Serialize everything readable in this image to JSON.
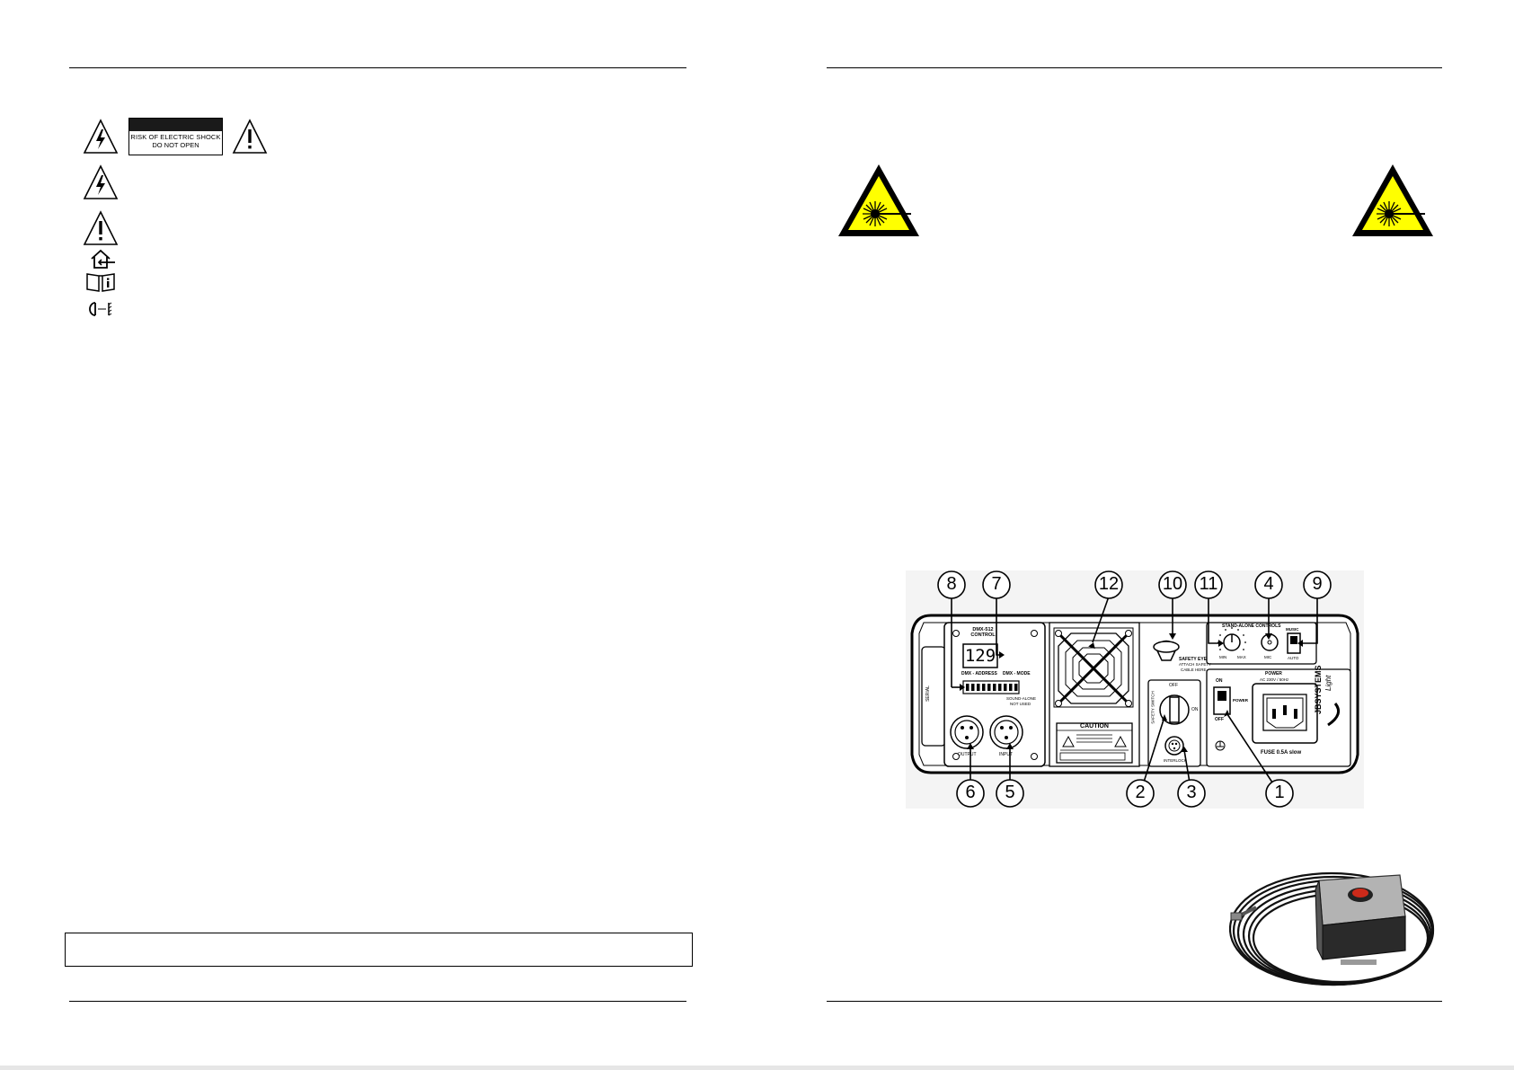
{
  "left_page": {
    "shock_label": {
      "line1": "RISK OF ELECTRIC SHOCK",
      "line2": "DO NOT OPEN"
    }
  },
  "right_page": {
    "diagram": {
      "callouts": [
        "8",
        "7",
        "12",
        "10",
        "11",
        "4",
        "9",
        "6",
        "5",
        "2",
        "3",
        "1"
      ],
      "dmx_label": "DMX-512 CONTROL",
      "dmx_display": "129",
      "dmx_address_label": "DMX - ADDRESS",
      "dmx_mode_label": "DMX - MODE",
      "stand_alone_label": "SOUND-ALONE",
      "not_used_label": "NOT USED",
      "output_label": "OUTPUT",
      "input_label": "INPUT",
      "caution_title": "CAUTION",
      "safety_eye_label": "SAFETY EYE",
      "safety_eye_sub1": "ATTACH SAFETY",
      "safety_eye_sub2": "CABLE HERE",
      "safety_switch_label": "SAFETY SWITCH",
      "off_label": "OFF",
      "on_label": "ON",
      "interlock_label": "INTERLOCK",
      "stand_alone_controls_label": "STAND-ALONE CONTROLS",
      "min_label": "MIN",
      "max_label": "MAX",
      "mic_label": "MIC",
      "music_label": "MUSIC",
      "auto_label": "AUTO",
      "power_label": "POWER",
      "power_on_label": "ON",
      "power_off_label": "OFF",
      "power_switch_label": "POWER",
      "voltage_label": "AC 230V / 50Hz",
      "fuse_label": "FUSE 0.5A slow",
      "brand_line1": "JBSYSTEMS",
      "brand_line2": "Light",
      "serial_label": "SERIAL"
    }
  }
}
